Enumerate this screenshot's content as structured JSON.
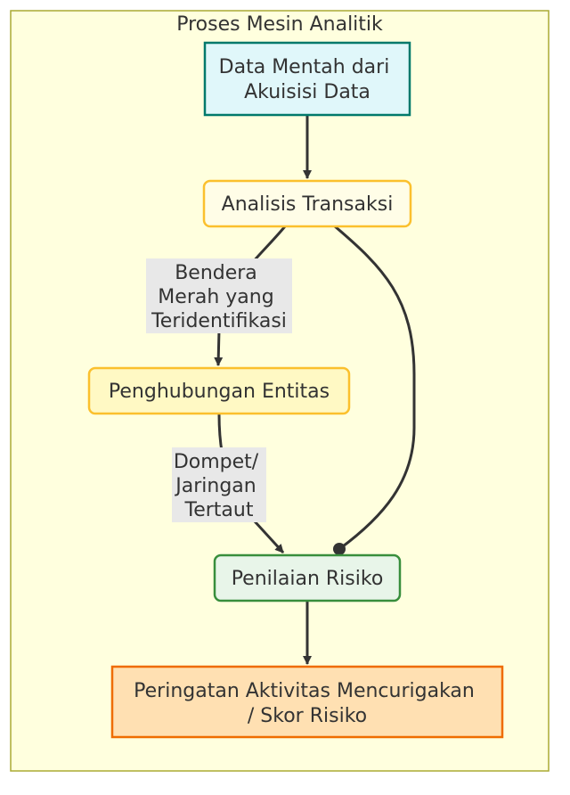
{
  "cluster": {
    "title": "Proses Mesin Analitik"
  },
  "nodes": {
    "raw": {
      "lines": [
        "Data Mentah dari",
        "Akuisisi Data"
      ],
      "fill": "#e0f7fa",
      "stroke": "#00796b"
    },
    "tx": {
      "lines": [
        "Analisis Transaksi"
      ],
      "fill": "#fffde7",
      "stroke": "#fbc02d"
    },
    "entity": {
      "lines": [
        "Penghubungan Entitas"
      ],
      "fill": "#fff9c4",
      "stroke": "#fbc02d"
    },
    "risk": {
      "lines": [
        "Penilaian Risiko"
      ],
      "fill": "#e8f5e9",
      "stroke": "#388e3c"
    },
    "alert": {
      "lines": [
        "Peringatan Aktivitas Mencurigakan",
        "/ Skor Risiko"
      ],
      "fill": "#ffe0b2",
      "stroke": "#ef6c00"
    }
  },
  "edges": {
    "flags": {
      "lines": [
        "Bendera",
        "Merah yang",
        "Teridentifikasi"
      ]
    },
    "linked": {
      "lines": [
        "Dompet/",
        "Jaringan",
        "Tertaut"
      ]
    }
  },
  "colors": {
    "cluster_fill": "#ffffde",
    "cluster_stroke": "#aaaa33",
    "edge": "#333333",
    "label_bg": "#e8e8e8"
  }
}
